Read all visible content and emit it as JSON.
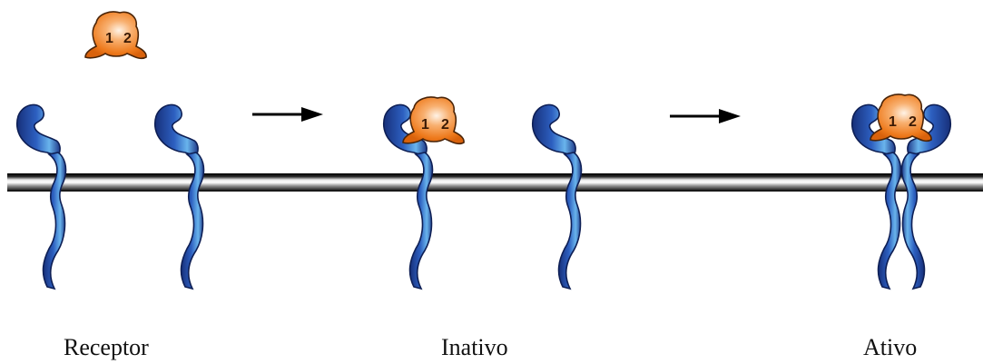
{
  "labels": {
    "receptor": "Receptor",
    "inativo": "Inativo",
    "ativo": "Ativo"
  },
  "ligand_sites": {
    "site1": "1",
    "site2": "2"
  },
  "colors": {
    "receptor_dark": "#1f3a8a",
    "receptor_light": "#5fa8e6",
    "ligand_orange": "#f07d1e",
    "ligand_highlight": "#fde6cf",
    "membrane": "#9b9b9b",
    "arrow": "#000000"
  }
}
